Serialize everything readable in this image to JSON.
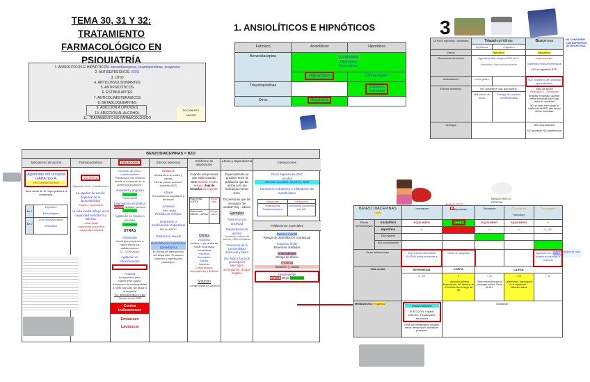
{
  "title": {
    "main": "TEMA 30, 31 Y 32: TRATAMIENTO FARMACOLÓGICO EN PSIQUIATRÍA"
  },
  "toc": {
    "items": [
      {
        "label": "1. ANSIOLÍTICOS E HIPNÓTICOS:",
        "extra": "benzodiacepinas, triazolopiridinas, buspirona"
      },
      {
        "label": "2. ANTIDEPRESIVOS.",
        "extra": "ISRS"
      },
      {
        "label": "3. LITIO",
        "extra": ""
      },
      {
        "label": "4. ANTICONVULSIONANTES",
        "extra": ""
      },
      {
        "label": "5. ANTIPSICÓTICOS",
        "extra": ""
      },
      {
        "label": "6. ESTIMULANTES",
        "extra": ""
      },
      {
        "label": "7. ANTICOLINESTERÁSICOS",
        "extra": ""
      },
      {
        "label": "8. BETABLOQUEANTES",
        "extra": ""
      },
      {
        "label": "9. ADICCIÓN A OPIOIDES",
        "extra": ""
      },
      {
        "label": "10. ADICCIÓN AL ALCOHOL",
        "extra": ""
      },
      {
        "label": "11. TRATAMIENTO NO FARMACOLÓGICO",
        "extra": ""
      }
    ],
    "note": "DOCUMENTO APARTE"
  },
  "section1": {
    "title": "1. ANSIOLÍTICOS E HIPNÓTICOS",
    "table": {
      "headers": [
        "Fármaco",
        "Ansiolíticos",
        "Hipnóticos"
      ],
      "rows": {
        "bzd_label": "Benzodiacepina",
        "bzd_shared": [
          "Lorazepam",
          "Diazepam",
          "Cloracepato"
        ],
        "bzd_ansio": "Alprazolam",
        "bzd_hipno": "Clonazepam",
        "triazo_label": "Triazolopiridinas",
        "triazo_hipno": [
          "Zolpidem",
          "Zopiclona"
        ],
        "otros_label": "Otros",
        "otros_ansio": "Buspirona"
      }
    }
  },
  "otros_table": {
    "number": "3",
    "side_note": "NO CONFUNDIR CON BUPROPION (ATOMOXETINA)",
    "headers": [
      "OTROS hipnótico / sedantes",
      "Triazolopiridinas",
      "Buspirona"
    ],
    "triazo_prefix": "Triazo",
    "triazo_suffix": "lopiridinas",
    "bus_prefix": "Bus",
    "bus_suffix": "pirona",
    "sub": [
      "Zopiclona",
      "Zolpidem"
    ],
    "rows": [
      {
        "label": "Efecto",
        "triazo": "Hipnótico",
        "bus": "Ansiolítico"
      },
      {
        "label": "Mecanismo de acción",
        "triazo": "Agonistas del receptor BZD ωZ 1",
        "triazo_sub": "Ansiolítico Anticonvulsionante",
        "bus": [
          "Mal conocido",
          "Sistemas monoaminérgicos",
          "NO es agonista BZD"
        ]
      },
      {
        "label": "Indicaciones",
        "triazo": "Corto plazo",
        "bus": "TAG: trastorno de ansiedad generalizada"
      },
      {
        "label": "Efectos adversos",
        "triazo_top": "NO durante el día: dan sueño",
        "triazo_a": "Mal sabor de boca",
        "triazo_b": "Riesgo de cuadros confusionales",
        "bus": [
          "Inicio de acción",
          "Retardado 2 - 3 semanas",
          "Emplear el fármaco durante varias semanas para notar alivio de ansiedad",
          "NO se usan tanto dada la existencia de BZD que tienen efecto inmediato"
        ]
      },
      {
        "label": "Ventajas",
        "bus": [
          "NO crea adicción",
          "NO produce Sd abstinencia"
        ]
      }
    ]
  },
  "bzd_table": {
    "title": "BENZODIACEPINAS = BZD",
    "columns": [
      "Mecanismo de acción",
      "Farmacocinética",
      "Indicaciones",
      "Efectos adversos",
      "Síndrome de deprivación",
      "Abuso y dependencia",
      "Interacciones"
    ],
    "mecanismo": {
      "main": "Agonistas del receptor GABA tipo A.",
      "tag": "PRO INHIBITORIOS",
      "desc": "Abre canal de Cl: Hiperpolariza la membrana.",
      "bz1": "Bz 1",
      "bz1_items": [
        "Hipnótico",
        "Miorrelajante"
      ],
      "bz2": "Bz 2",
      "bz2_items": [
        "Anti convulsionante",
        "Ansiolítico"
      ]
    },
    "farmaco": {
      "via": "Vía ORAL",
      "dep": "Depende de la * clasificación",
      "rapidez": "La rapidez de acción depende de la liposolubilidad",
      "rapidez_note": "↑ rápido ↑ liposoluble",
      "vida": "La vida media influye en la capacidad ansiolítica y adictiva",
      "vida_notes": [
        "↓ vida media",
        "↑ capacidad ansiolítica",
        "↑ capacidad adictiva"
      ]
    },
    "indicaciones": {
      "items": [
        "Insomnio de inicio / mantenimiento",
        "Planificación de retirada desde el momento de la primera prescripción",
        "Ansiedad y angustia",
        "Alprazolam",
        "Fobia social",
        "Deprivación alcohólica",
        "EVITAR",
        "delirium tremens",
        "Lorazepam",
        "Agitación en manía o psicosis",
        "Lorazepam",
        "OTRAS",
        "Depresión",
        "Hasta que empiecen a hacer efecto los antidepresivos",
        "(2 - 3 semanas)",
        "Agitación en intoxicaciones",
        "Acatisia",
        "Incapacidad para mantenerse quieto. Sensación de intranquilidad a nivel corporal; sin llegar a la angustia",
        "Tto: anticolinérgicos y BB",
        "Tercera línea: BZD"
      ],
      "contra": "Contra indicaciones",
      "embarazo": "Embarazo",
      "lactancia": "Lactancia"
    },
    "efectos": {
      "items": [
        "Sedación",
        "Accidentes de tráfico y caídas",
        "NO se puede conducir tomando BZD",
        "Ataxia",
        "En trastornos cognitivos y ancianos",
        "Amnesia",
        "↑ frec ↑edad",
        "Pérdida de reflejos",
        "Depresión o insuficiencia respiratoria",
        "NO en EPOC",
        "Disfunción sexual",
        "Desinhibición conductual (paradójica)",
        "En forma de alteraciones del desarrollo. Producen irritación y agresividad paradójica."
      ]
    },
    "sindrome": {
      "text": [
        "Cuando una persona que está tomando BZD",
        "durante mucho tiempo,",
        "deja de tomarlas",
        "de repente."
      ],
      "vida_corta": "Vida media CORTA",
      "vida_corta_v": "Pocos días",
      "vida_larga": "Vida media MEDIA - LARGA",
      "vida_larga_v": "A largo plazo",
      "clinica": "Clínica",
      "clinica_items": [
        "Ansiedad",
        "Incluso ↑ que antes de tomar el fármaco",
        "Irritabilidad",
        "Insomnio",
        "Sudoración",
        "Mareo",
        "Náuseas",
        "Casos graves: convulsiones y delirium"
      ],
      "solucion": "Solución",
      "solucion_text": "↓ progresivas de las BZD"
    },
    "abuso": {
      "items": [
        "Especialmente se produce entre la población que las recibe con una indicación menos clara.",
        "En personas que las necesitan \"de verdad\" hay ↓ abuso",
        "Ejemplos",
        "Trastornos por ansiedad",
        "Dependencia de alcohol",
        "Frecuente el abuso de alcohol y BZD simultáneo",
        "Trastornos de la personalidad antisocial y límite",
        "Uso lúdico fuera de prescripción",
        "Mercados secundarios, drogas ilegales"
      ]
    },
    "interacciones": {
      "items": [
        "Otros depresores SNC",
        "Alcohol",
        "Intentos suicidas: alcohol y BZD",
        "Fármacos: inductores e inhibidores del metabolismo"
      ],
      "inductores": "Inductores",
      "inhibidores": "Inhibidores",
      "ind_items": "Rifampicina Carbamacepina",
      "inh_items": "Cimetidina Disulfiram Anti HD",
      "poblaciones": "Poblaciones especiales",
      "pob_items": [
        "Retraso mental",
        "Riesgo de desinhibición conductual",
        "Trastorno límite",
        "Beneficios limitados",
        "Antecedentes",
        "Riesgo de abuso",
        "Ancianos",
        "Sedación y caídas",
        "Hepatopatías",
        "EVITAR",
        "Mejor",
        "lorazepam"
      ]
    }
  },
  "bzd_compare": {
    "note_top": "RIESGO EFECTO ESPECIAL",
    "annotation": "ANSIOLÍTICO",
    "side_note": "Anticonvulsivante en crisis epilépticas",
    "headers": [
      "BENZO DIACEPINAS",
      "Lorazepam",
      "Alprazolam",
      "Diazepam",
      "Clorazepato",
      "Clonazepam"
    ],
    "sub_header": "(-AM)",
    "tranxilium": "Tranxilium",
    "rows": [
      {
        "label": "Ansiolítico",
        "vals": [
          "EQUILIBRIO",
          "+++",
          "EQUILIBRIO",
          "EQUILIBRIO",
          "++"
        ]
      },
      {
        "label": "Hipnótico",
        "vals": [
          "++",
          "+",
          "++",
          "++",
          "6 - 20"
        ]
      },
      {
        "label": "Miorrelajante",
        "vals": [
          "",
          "",
          "",
          "",
          ""
        ]
      },
      {
        "label": "Anti convulsionante",
        "vals": [
          "",
          "",
          "",
          "",
          ""
        ]
      }
    ],
    "efecto_label": "Efecto farmacológico",
    "otras_label": "Otras indicaciones",
    "otras": [
      "Deprivación alcohólica EVITAR delirium tremens",
      "Crisis de angustia",
      "",
      "",
      "Agitación en manía (trastorno bipolar) o psicosis"
    ],
    "vida_label": "Vida media",
    "vida_groups": [
      "INTERMEDIA",
      "CORTA",
      "LARGA"
    ],
    "vida_vals": [
      "6 - 20",
      "4",
      "> 20",
      "> 24",
      "> 12"
    ],
    "vida_notes": [
      "",
      "↑ capacidad adictiva Dependencia. NO interfiere en el rendimiento a lo largo del día",
      "Tiene metabolitos que la prolongan mucho. Cerca de 48 h",
      "↓ abstinencia. Acumulación en el organismo: ↑ sedación diurna",
      ""
    ],
    "metab_label": "Metabolismo:",
    "metab_tag": "hepático",
    "glucuro": "Glucuronidación",
    "eleccion": "ELECCIÓN: hígado enfermo. Hepatopatía alcohólica",
    "otros_metab": "Otros con metabolismo hepático menor: temacepam, oxacepam, prazepam",
    "oxidacion": "Oxidación"
  }
}
